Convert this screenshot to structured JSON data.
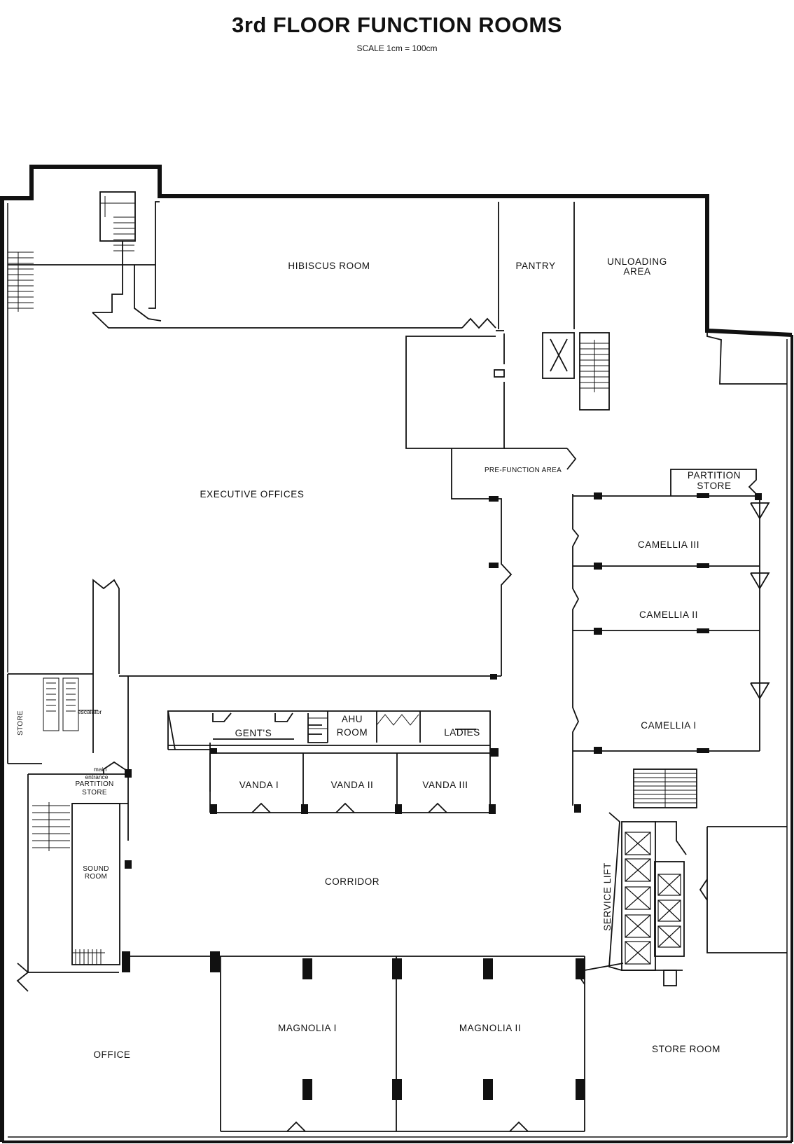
{
  "header": {
    "title": "3rd FLOOR FUNCTION ROOMS",
    "scale": "SCALE 1cm = 100cm"
  },
  "rooms": {
    "hibiscus": "HIBISCUS ROOM",
    "pantry": "PANTRY",
    "unloading_1": "UNLOADING",
    "unloading_2": "AREA",
    "executive_offices": "EXECUTIVE OFFICES",
    "pre_function": "PRE-FUNCTION AREA",
    "partition_store_r_1": "PARTITION",
    "partition_store_r_2": "STORE",
    "camellia_3": "CAMELLIA III",
    "camellia_2": "CAMELLIA II",
    "camellia_1": "CAMELLIA I",
    "store_left": "STORE",
    "escalator": "escalator",
    "gents": "GENT'S",
    "ahu_1": "AHU",
    "ahu_2": "ROOM",
    "ladies": "LADIES",
    "main_entrance_1": "main",
    "main_entrance_2": "entrance",
    "vanda_1": "VANDA I",
    "vanda_2": "VANDA II",
    "vanda_3": "VANDA III",
    "partition_store_l_1": "PARTITION",
    "partition_store_l_2": "STORE",
    "sound_room_1": "SOUND",
    "sound_room_2": "ROOM",
    "corridor": "CORRIDOR",
    "service_lift": "SERVICE LIFT",
    "magnolia_1": "MAGNOLIA I",
    "magnolia_2": "MAGNOLIA II",
    "office": "OFFICE",
    "store_room": "STORE ROOM"
  }
}
